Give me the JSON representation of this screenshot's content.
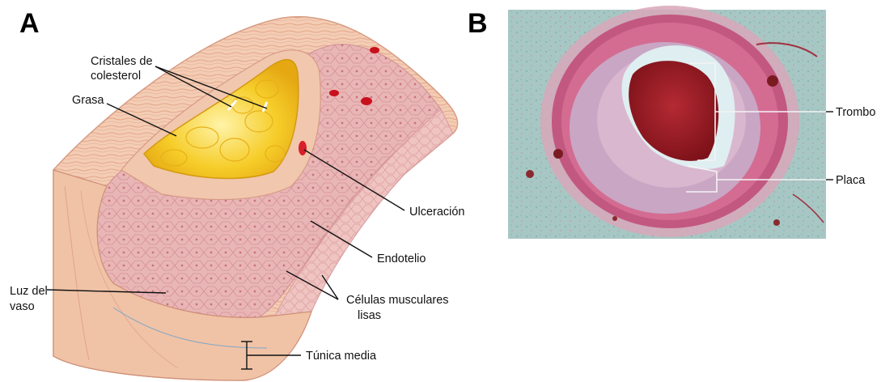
{
  "panels": {
    "a": {
      "letter": "A"
    },
    "b": {
      "letter": "B"
    }
  },
  "labels_a": {
    "cholesterol_line1": "Cristales de",
    "cholesterol_line2": "colesterol",
    "fat": "Grasa",
    "ulceration": "Ulceración",
    "endothelium": "Endotelio",
    "lumen_line1": "Luz del",
    "lumen_line2": "vaso",
    "smooth_muscle_line1": "Células musculares",
    "smooth_muscle_line2": "lisas",
    "tunica_media": "Túnica media"
  },
  "labels_b": {
    "thrombus": "Trombo",
    "plaque": "Placa"
  },
  "colors": {
    "fat_yellow": "#f2c11e",
    "vessel_wall": "#f1c9b0",
    "lumen_pink": "#e7b0b4",
    "histology_bg": "#9fc3c0",
    "histology_wall": "#c84a7a",
    "thrombus_red": "#9c1c26"
  }
}
